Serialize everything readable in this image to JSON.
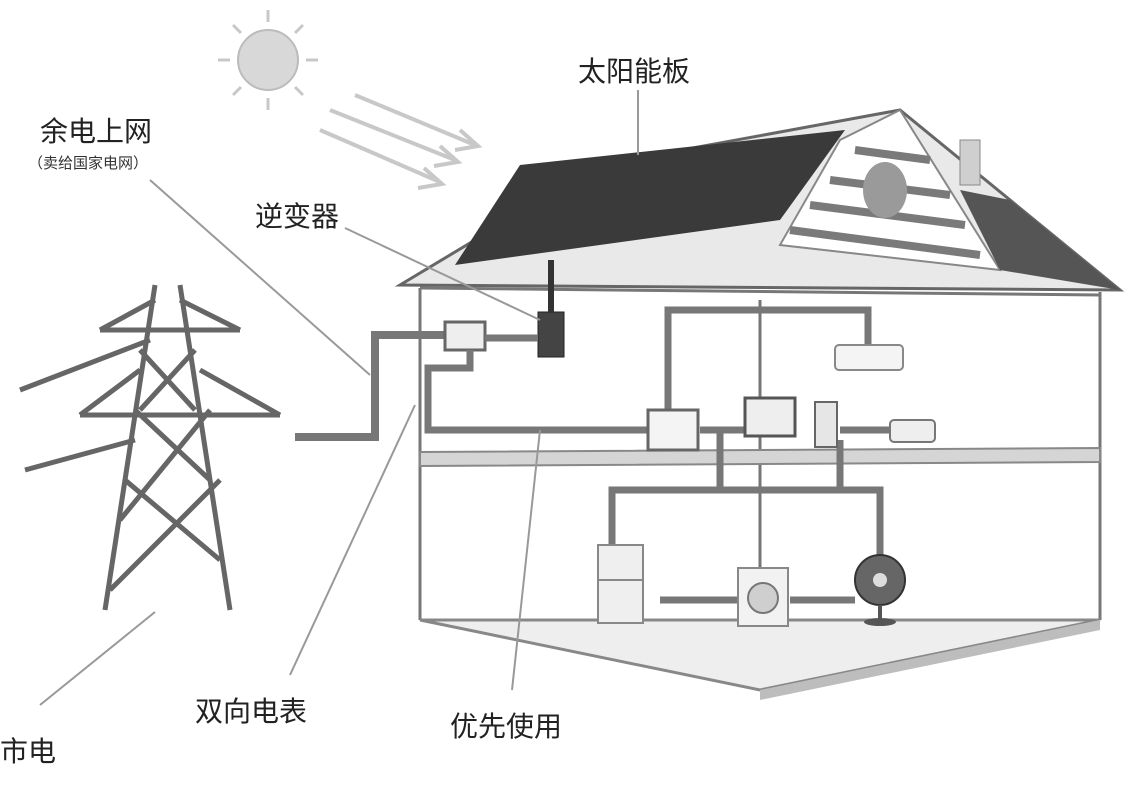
{
  "labels": {
    "solar_panel": "太阳能板",
    "surplus_to_grid": "余电上网",
    "surplus_to_grid_note": "（卖给国家电网）",
    "inverter": "逆变器",
    "bidirectional_meter": "双向电表",
    "priority_use": "优先使用",
    "city_power": "市电"
  }
}
